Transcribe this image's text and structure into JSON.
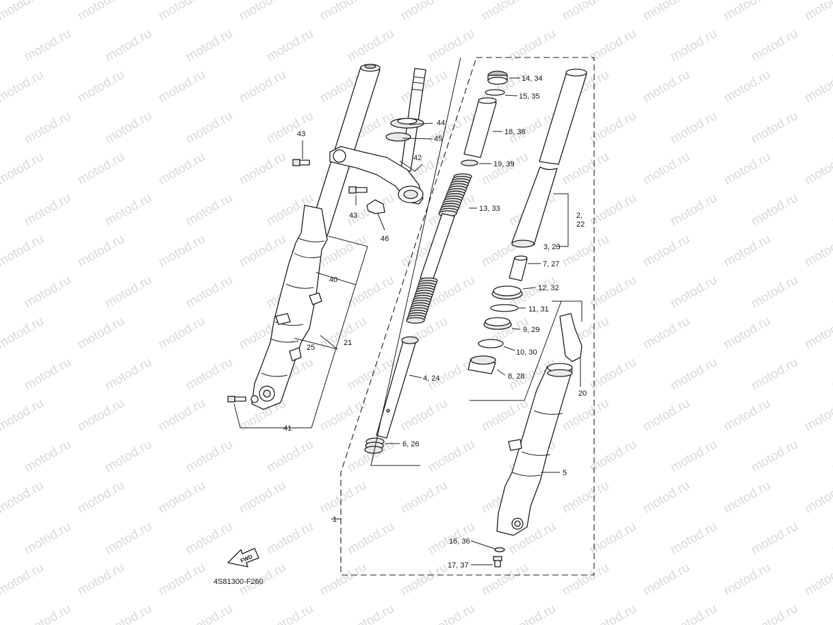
{
  "watermark": {
    "text": "motod.ru",
    "color": "#d9d9d9"
  },
  "diagram_code": "4S81300-F260",
  "fwd_badge": "FWD",
  "callouts": {
    "c1": "1",
    "c2": "2,",
    "c22": "22",
    "c3": "3, 23",
    "c4": "4, 24",
    "c5": "5",
    "c6": "6, 26",
    "c7": "7, 27",
    "c8": "8, 28",
    "c9": "9, 29",
    "c10": "10, 30",
    "c11": "11, 31",
    "c12": "12, 32",
    "c13": "13, 33",
    "c14": "14, 34",
    "c15": "15, 35",
    "c16": "16, 36",
    "c17": "17, 37",
    "c18": "18, 38",
    "c19": "19, 39",
    "c20": "20",
    "c21": "21",
    "c25": "25",
    "c40": "40",
    "c41": "41",
    "c42": "42",
    "c43a": "43",
    "c43b": "43",
    "c44": "44",
    "c45": "45",
    "c46": "46"
  }
}
